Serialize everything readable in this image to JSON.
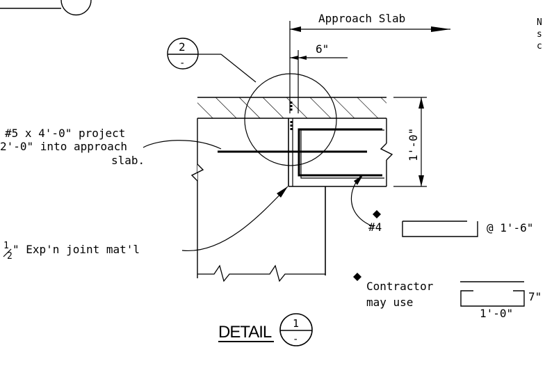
{
  "labels": {
    "approach_slab": "Approach Slab",
    "six_in": "6\"",
    "one_ft": "1'-0\"",
    "bar5_line1": "#5 x 4'-0\" project",
    "bar5_line2": "2'-0\" into approach",
    "bar5_line3": "slab.",
    "joint_frac_num": "1",
    "joint_frac_den": "2",
    "joint_text": "\" Exp'n joint mat'l",
    "bar4_mark": "#4",
    "bar4_spacing": "@ 1'-6\"",
    "contractor_line1": "Contractor",
    "contractor_line2": "may use",
    "alt_width": "1'-0\"",
    "alt_height": "7\"",
    "note_l1": "N",
    "note_l2": "s",
    "note_l3": "c",
    "detail_title": "DETAIL",
    "detail_num": "1",
    "detail_sheet": "-",
    "callout_num": "2",
    "callout_sheet": "-"
  }
}
